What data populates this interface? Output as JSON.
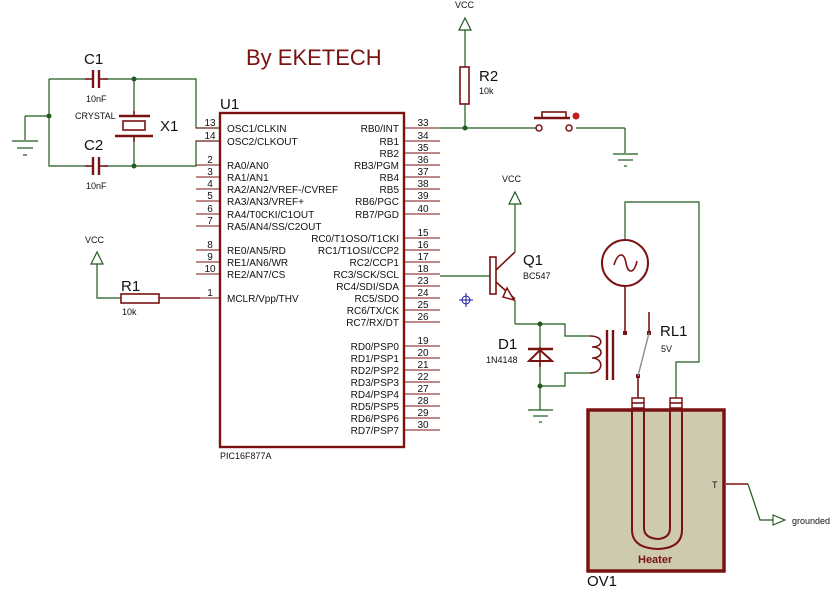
{
  "title": "By EKETECH",
  "colors": {
    "component": "#7a1212",
    "wire": "#1f5a1f",
    "oven_fill": "#cdcab0",
    "title": "#7a1212"
  },
  "u1": {
    "ref": "U1",
    "part": "PIC16F877A",
    "left_pins": [
      {
        "num": "13",
        "name": "OSC1/CLKIN"
      },
      {
        "num": "14",
        "name": "OSC2/CLKOUT"
      },
      {
        "num": "2",
        "name": "RA0/AN0"
      },
      {
        "num": "3",
        "name": "RA1/AN1"
      },
      {
        "num": "4",
        "name": "RA2/AN2/VREF-/CVREF"
      },
      {
        "num": "5",
        "name": "RA3/AN3/VREF+"
      },
      {
        "num": "6",
        "name": "RA4/T0CKI/C1OUT"
      },
      {
        "num": "7",
        "name": "RA5/AN4/SS/C2OUT"
      },
      {
        "num": "8",
        "name": "RE0/AN5/RD"
      },
      {
        "num": "9",
        "name": "RE1/AN6/WR"
      },
      {
        "num": "10",
        "name": "RE2/AN7/CS"
      },
      {
        "num": "1",
        "name": "MCLR/Vpp/THV"
      }
    ],
    "right_pins": [
      {
        "num": "33",
        "name": "RB0/INT"
      },
      {
        "num": "34",
        "name": "RB1"
      },
      {
        "num": "35",
        "name": "RB2"
      },
      {
        "num": "36",
        "name": "RB3/PGM"
      },
      {
        "num": "37",
        "name": "RB4"
      },
      {
        "num": "38",
        "name": "RB5"
      },
      {
        "num": "39",
        "name": "RB6/PGC"
      },
      {
        "num": "40",
        "name": "RB7/PGD"
      },
      {
        "num": "15",
        "name": "RC0/T1OSO/T1CKI"
      },
      {
        "num": "16",
        "name": "RC1/T1OSI/CCP2"
      },
      {
        "num": "17",
        "name": "RC2/CCP1"
      },
      {
        "num": "18",
        "name": "RC3/SCK/SCL"
      },
      {
        "num": "23",
        "name": "RC4/SDI/SDA"
      },
      {
        "num": "24",
        "name": "RC5/SDO"
      },
      {
        "num": "25",
        "name": "RC6/TX/CK"
      },
      {
        "num": "26",
        "name": "RC7/RX/DT"
      },
      {
        "num": "19",
        "name": "RD0/PSP0"
      },
      {
        "num": "20",
        "name": "RD1/PSP1"
      },
      {
        "num": "21",
        "name": "RD2/PSP2"
      },
      {
        "num": "22",
        "name": "RD3/PSP3"
      },
      {
        "num": "27",
        "name": "RD4/PSP4"
      },
      {
        "num": "28",
        "name": "RD5/PSP5"
      },
      {
        "num": "29",
        "name": "RD6/PSP6"
      },
      {
        "num": "30",
        "name": "RD7/PSP7"
      }
    ]
  },
  "c1": {
    "ref": "C1",
    "value": "10nF"
  },
  "c2": {
    "ref": "C2",
    "value": "10nF"
  },
  "x1": {
    "ref": "X1",
    "value": "CRYSTAL"
  },
  "r1": {
    "ref": "R1",
    "value": "10k"
  },
  "r2": {
    "ref": "R2",
    "value": "10k"
  },
  "q1": {
    "ref": "Q1",
    "value": "BC547"
  },
  "d1": {
    "ref": "D1",
    "value": "1N4148"
  },
  "rl1": {
    "ref": "RL1",
    "value": "5V"
  },
  "ov1": {
    "ref": "OV1",
    "heater": "Heater",
    "pin_t": "T"
  },
  "power": {
    "vcc": "VCC",
    "grounded": "grounded"
  }
}
